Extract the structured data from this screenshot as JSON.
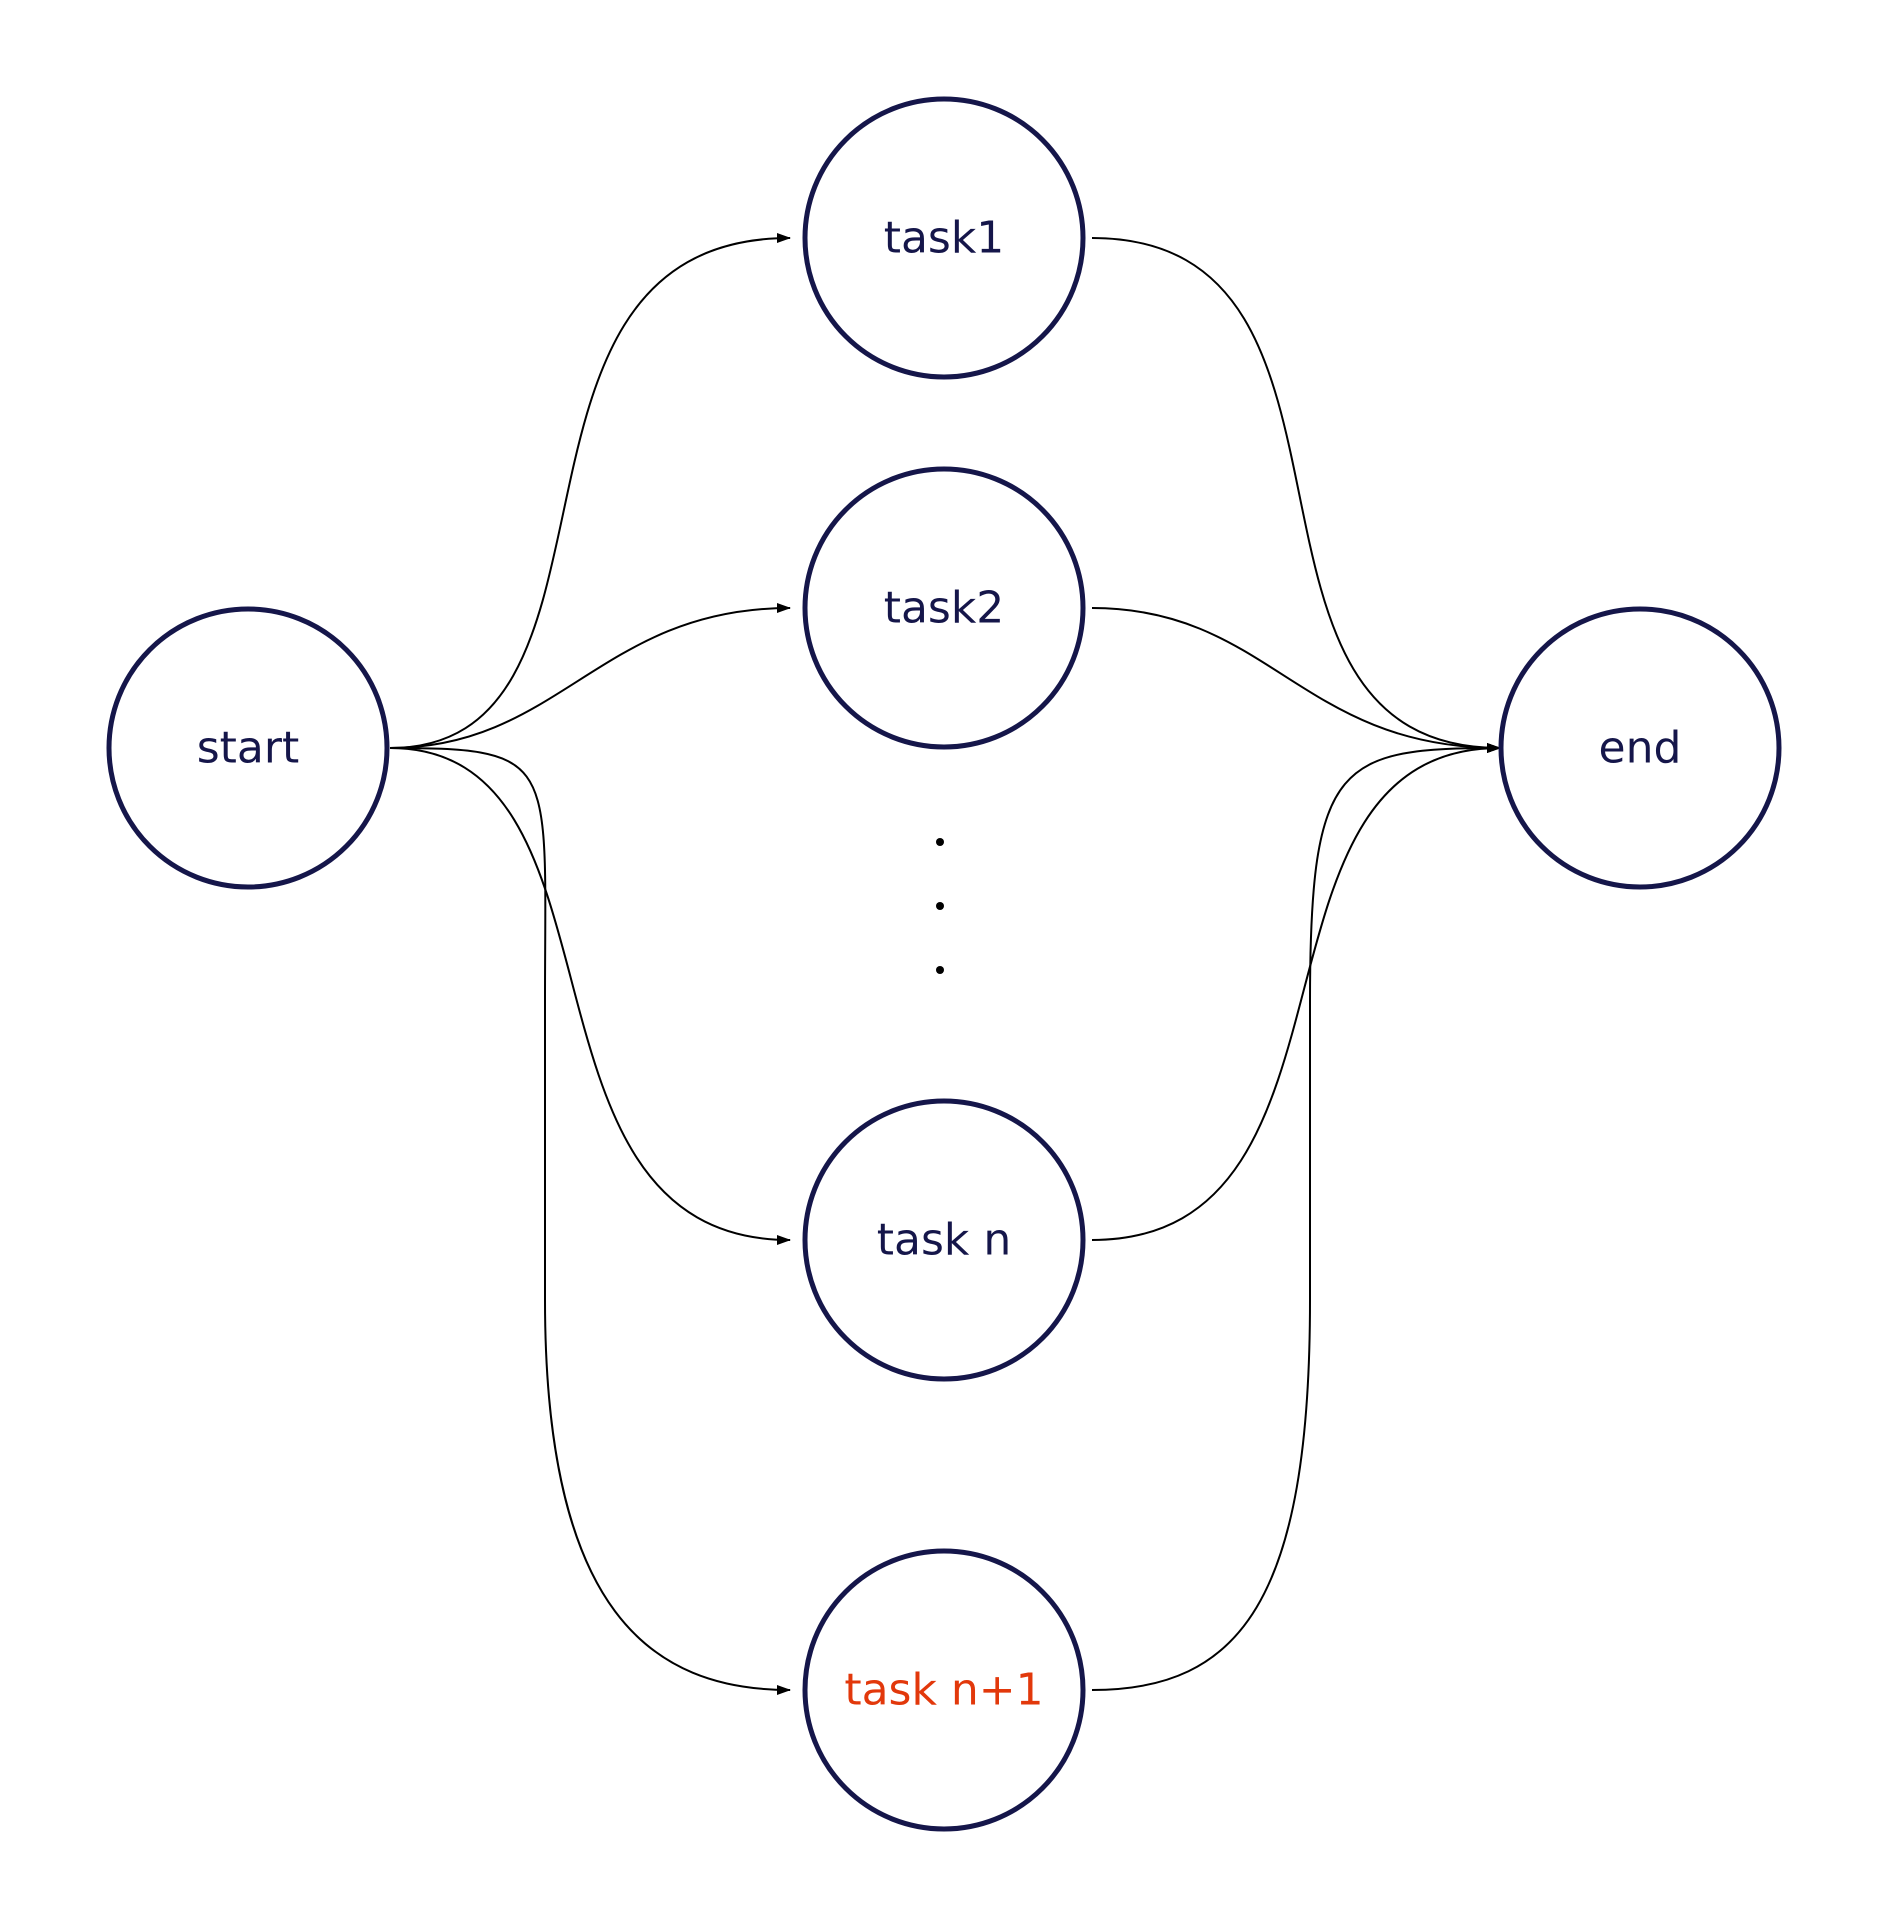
{
  "colors": {
    "node_stroke": "#15164a",
    "label_default": "#15164a",
    "label_highlight": "#e2380b",
    "edge": "#000000",
    "background": "#ffffff"
  },
  "nodes": [
    {
      "id": "start",
      "label": "start"
    },
    {
      "id": "task1",
      "label": "task1"
    },
    {
      "id": "task2",
      "label": "task2"
    },
    {
      "id": "taskn",
      "label": "task n"
    },
    {
      "id": "taskn1",
      "label": "task n+1",
      "highlight": true
    },
    {
      "id": "end",
      "label": "end"
    }
  ],
  "edges": [
    {
      "from": "start",
      "to": "task1"
    },
    {
      "from": "start",
      "to": "task2"
    },
    {
      "from": "start",
      "to": "taskn"
    },
    {
      "from": "start",
      "to": "taskn1"
    },
    {
      "from": "task1",
      "to": "end"
    },
    {
      "from": "task2",
      "to": "end"
    },
    {
      "from": "taskn",
      "to": "end"
    },
    {
      "from": "taskn1",
      "to": "end"
    }
  ]
}
